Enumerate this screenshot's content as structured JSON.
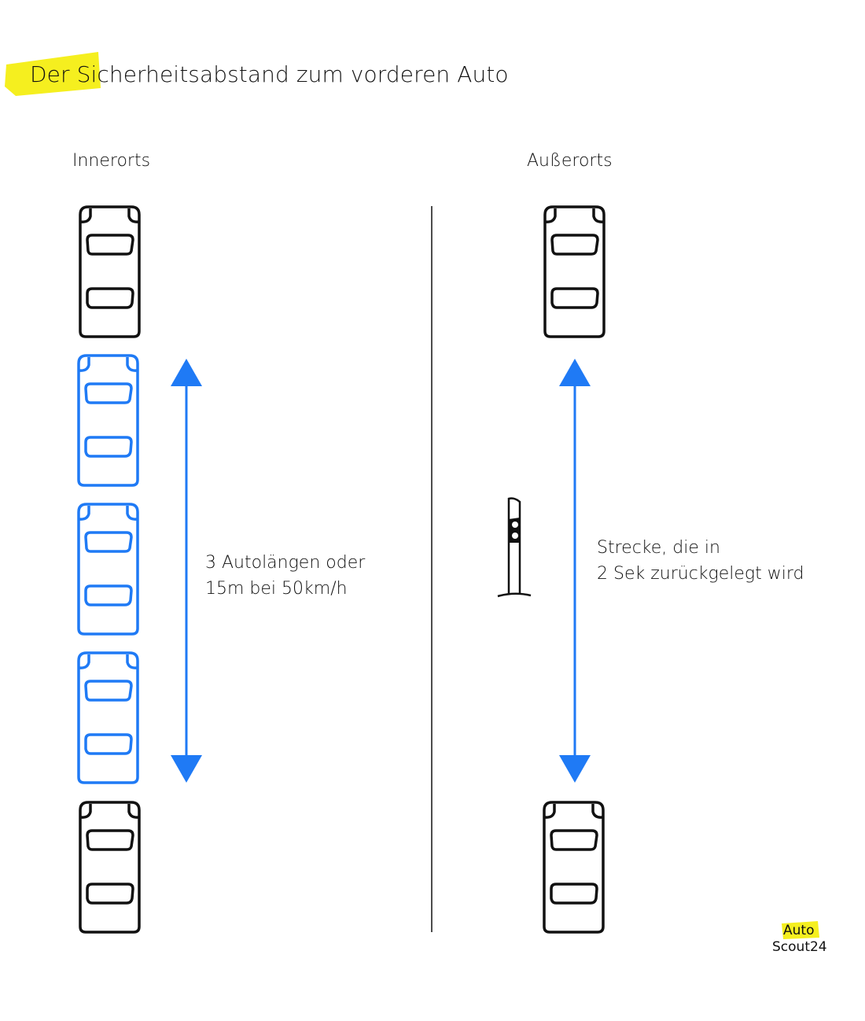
{
  "title": "Der Sicherheitsabstand zum vorderen Auto",
  "colors": {
    "highlight": "#f5ef1f",
    "accent_blue": "#1f7af5",
    "ink": "#111111"
  },
  "sections": {
    "inner": {
      "label": "Innerorts",
      "annotation_line1": "3 Autolängen oder",
      "annotation_line2": "15m bei 50km/h",
      "cars_black": 2,
      "cars_blue": 3
    },
    "outer": {
      "label": "Außerorts",
      "annotation_line1": "Strecke, die in",
      "annotation_line2": "2 Sek zurückgelegt wird",
      "cars_black": 2,
      "cars_blue": 0
    }
  },
  "icons": {
    "car": "car-top-view-icon",
    "arrow": "double-arrow-icon",
    "post": "roadside-delineator-post-icon"
  },
  "logo": {
    "line1": "Auto",
    "line2": "Scout24"
  }
}
